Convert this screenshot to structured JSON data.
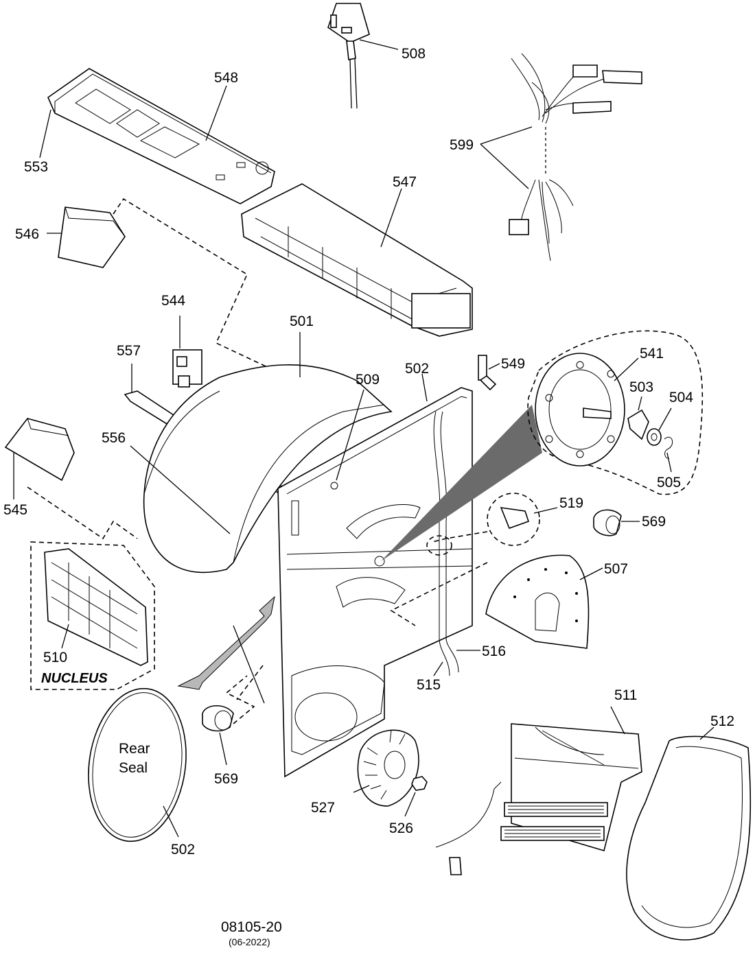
{
  "diagram": {
    "drawing_number": "08105-20",
    "drawing_date": "(06-2022)",
    "callouts": {
      "c501": "501",
      "c502_panel": "502",
      "c502_seal": "502",
      "c503": "503",
      "c504": "504",
      "c505": "505",
      "c507": "507",
      "c508": "508",
      "c509": "509",
      "c510": "510",
      "c511": "511",
      "c512": "512",
      "c515": "515",
      "c516": "516",
      "c519": "519",
      "c526": "526",
      "c527": "527",
      "c541": "541",
      "c544": "544",
      "c545": "545",
      "c546": "546",
      "c547": "547",
      "c548": "548",
      "c549": "549",
      "c553": "553",
      "c556": "556",
      "c557": "557",
      "c569_a": "569",
      "c569_b": "569",
      "c599": "599"
    },
    "nucleus_label": "NUCLEUS",
    "rear_seal_line1": "Rear",
    "rear_seal_line2": "Seal"
  }
}
